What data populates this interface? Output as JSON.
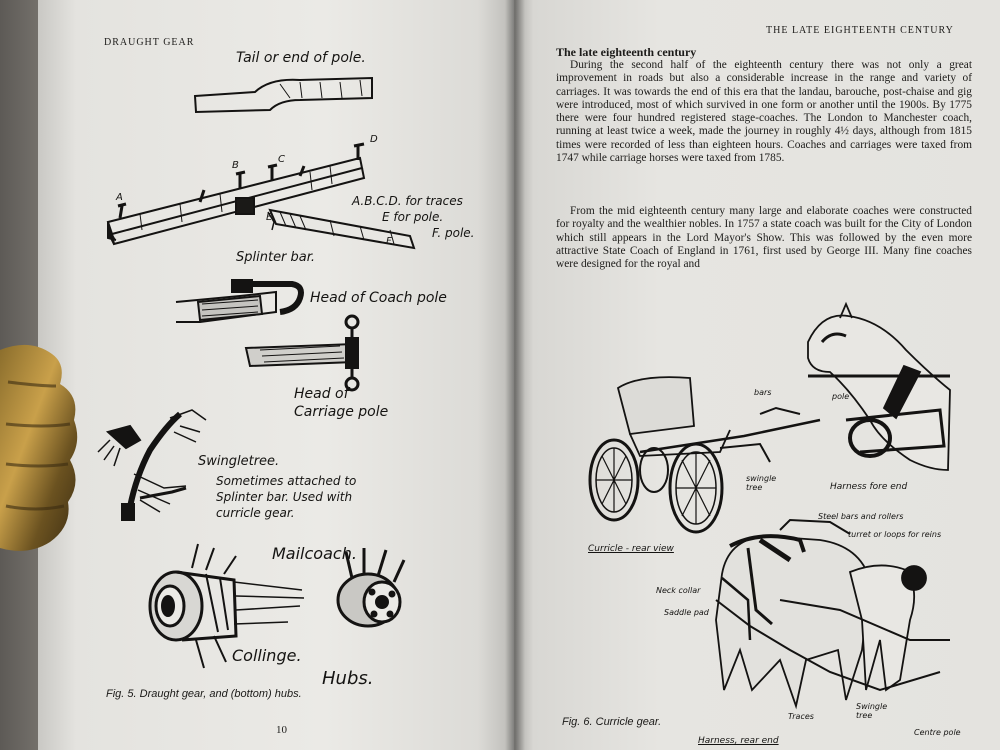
{
  "left_page": {
    "running_head": "DRAUGHT GEAR",
    "page_number": "10",
    "caption": "Fig. 5. Draught gear, and (bottom) hubs.",
    "labels": {
      "tail": "Tail or end of pole.",
      "letter_a": "A",
      "letter_b": "B",
      "letter_c": "C",
      "letter_d": "D",
      "letter_e": "E",
      "letter_f": "F",
      "abcd": "A.B.C.D. for traces",
      "e_pole": "E for pole.",
      "f_pole": "F. pole.",
      "splinter_bar": "Splinter bar.",
      "head_coach": "Head of Coach pole",
      "head_carriage_1": "Head of",
      "head_carriage_2": "Carriage pole",
      "swingletree": "Swingletree.",
      "sometimes_1": "Sometimes attached to",
      "sometimes_2": "Splinter bar. Used with",
      "sometimes_3": "curricle gear.",
      "mailcoach": "Mailcoach.",
      "collinge": "Collinge.",
      "hubs": "Hubs."
    }
  },
  "right_page": {
    "running_head": "THE LATE EIGHTEENTH CENTURY",
    "heading": "The late eighteenth century",
    "paragraph_1": "During the second half of the eighteenth century there was not only a great improvement in roads but also a considerable increase in the range and variety of carriages. It was towards the end of this era that the landau, barouche, post-chaise and gig were introduced, most of which survived in one form or another until the 1900s. By 1775 there were four hundred registered stage-coaches. The London to Manchester coach, running at least twice a week, made the journey in roughly 4½ days, although from 1815 times were recorded of less than eighteen hours. Coaches and carriages were taxed from 1747 while carriage horses were taxed from 1785.",
    "paragraph_2": "From the mid eighteenth century many large and elaborate coaches were constructed for royalty and the wealthier nobles. In 1757 a state coach was built for the City of London which still appears in the Lord Mayor's Show. This was followed by the even more attractive State Coach of England in 1761, first used by George III. Many fine coaches were designed for the royal and",
    "caption": "Fig. 6. Curricle gear.",
    "labels": {
      "bars": "bars",
      "pole": "pole",
      "swingle_tree": "swingle tree",
      "harness_fore": "Harness fore end",
      "curricle_rear": "Curricle - rear view",
      "steel_bars": "Steel bars and rollers",
      "turret": "turret or loops for reins",
      "neck_collar": "Neck collar",
      "saddle_pad": "Saddle pad",
      "traces": "Traces",
      "swingle_tree_2": "Swingle tree",
      "centre_pole": "Centre pole",
      "harness_rear": "Harness, rear end"
    }
  }
}
